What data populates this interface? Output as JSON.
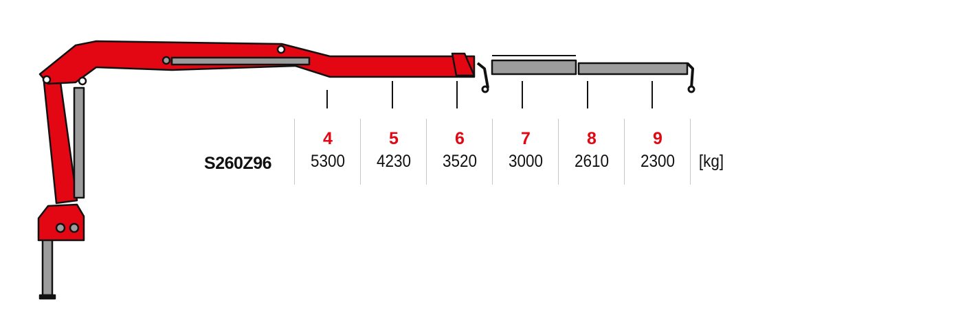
{
  "model": "S260Z96",
  "unit": "[kg]",
  "colors": {
    "boom": "#e30613",
    "cylinder": "#9d9d9d",
    "reach_label": "#e30613",
    "divider": "#c8c8c8"
  },
  "load_chart": [
    {
      "reach_m": "4",
      "load_kg": "5300"
    },
    {
      "reach_m": "5",
      "load_kg": "4230"
    },
    {
      "reach_m": "6",
      "load_kg": "3520"
    },
    {
      "reach_m": "7",
      "load_kg": "3000"
    },
    {
      "reach_m": "8",
      "load_kg": "2610"
    },
    {
      "reach_m": "9",
      "load_kg": "2300"
    }
  ]
}
